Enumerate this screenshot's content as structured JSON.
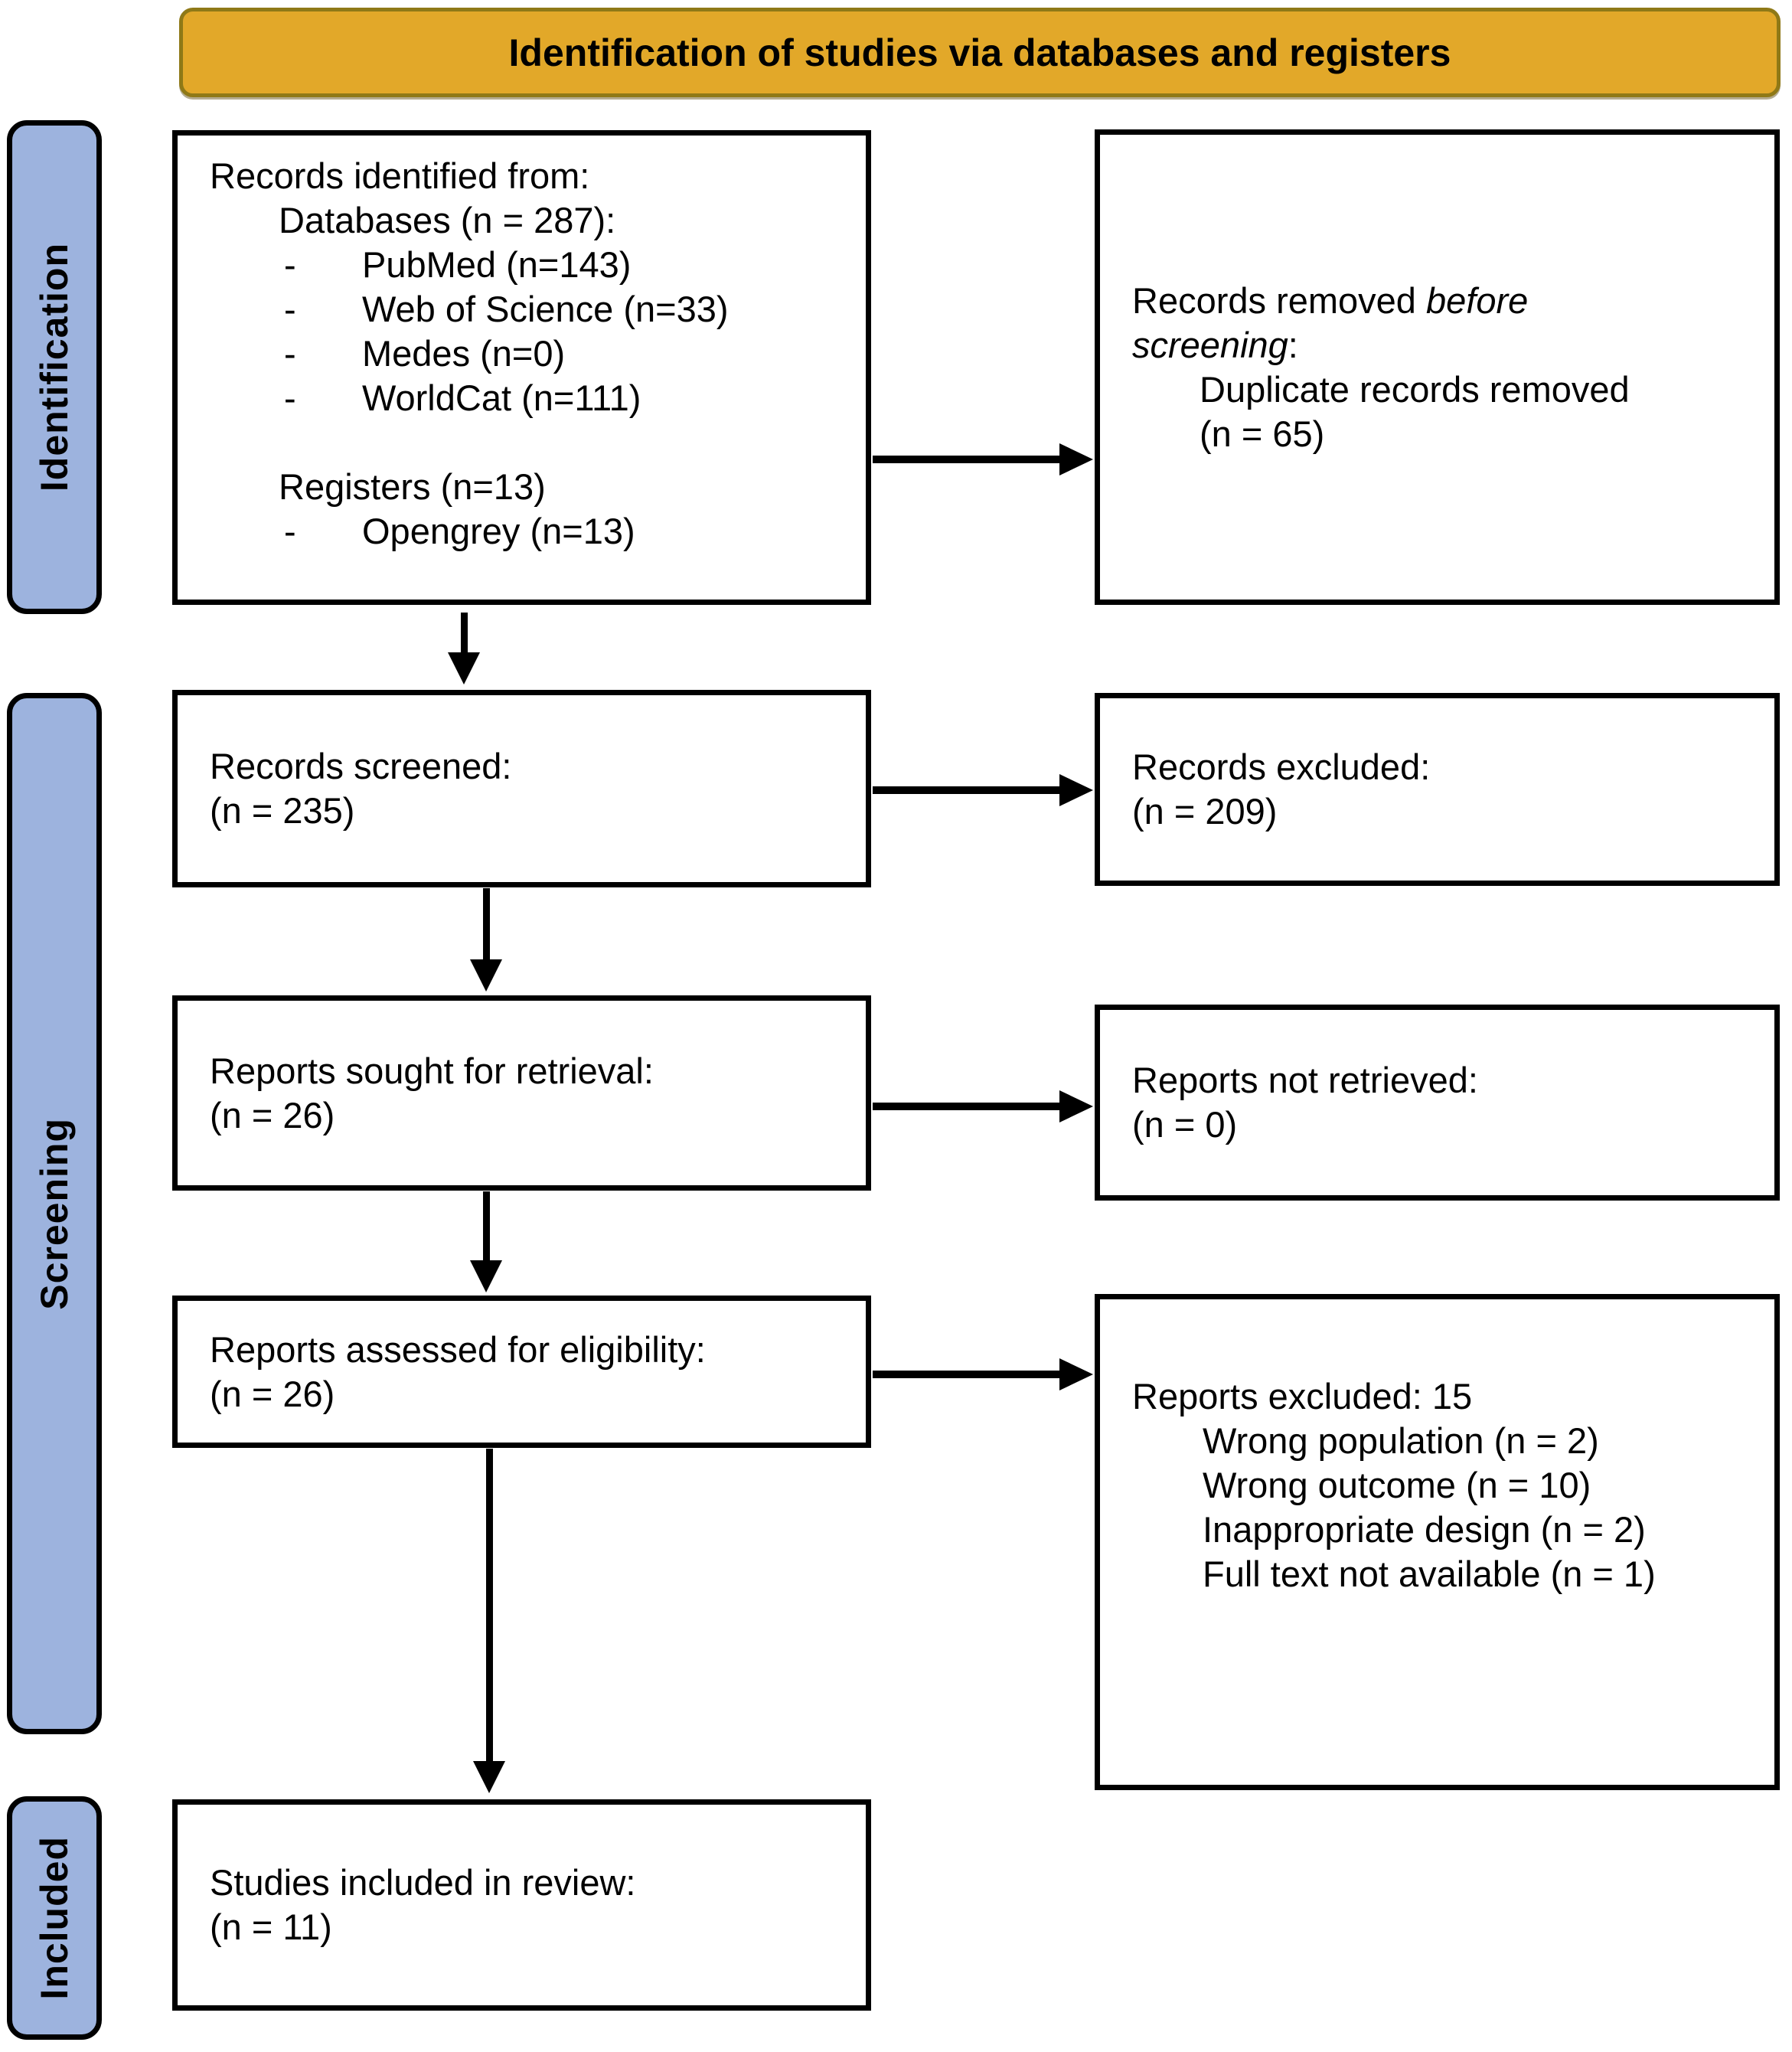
{
  "banner": {
    "title": "Identification of studies via databases and registers"
  },
  "stages": {
    "identification": "Identification",
    "screening": "Screening",
    "included": "Included"
  },
  "boxes": {
    "records_identified": {
      "title": "Records identified from:",
      "databases_heading": "Databases (n = 287):",
      "bullet": "-",
      "database_items": [
        "PubMed (n=143)",
        "Web of Science (n=33)",
        "Medes (n=0)",
        "WorldCat (n=111)"
      ],
      "registers_heading": "Registers (n=13)",
      "register_items": [
        "Opengrey (n=13)"
      ]
    },
    "records_removed": {
      "line1_normal": "Records removed ",
      "line1_italic": "before",
      "line2_italic": "screening",
      "line2_normal": ":",
      "detail_line1": "Duplicate records removed",
      "detail_line2": "(n = 65)"
    },
    "records_screened": {
      "line1": "Records screened:",
      "line2": "(n = 235)"
    },
    "records_excluded": {
      "line1": "Records excluded:",
      "line2": "(n = 209)"
    },
    "reports_sought": {
      "line1": "Reports sought for retrieval:",
      "line2": "(n = 26)"
    },
    "reports_not_retrieved": {
      "line1": "Reports not retrieved:",
      "line2": "(n = 0)"
    },
    "reports_assessed": {
      "line1": "Reports assessed for eligibility:",
      "line2": "(n = 26)"
    },
    "reports_excluded": {
      "title": "Reports excluded: 15",
      "reasons": [
        "Wrong population (n = 2)",
        "Wrong outcome (n = 10)",
        "Inappropriate design (n = 2)",
        "Full text not available (n = 1)"
      ]
    },
    "studies_included": {
      "line1": "Studies included in review:",
      "line2": "(n = 11)"
    }
  },
  "colors": {
    "banner_fill": "#E2A829",
    "banner_border": "#8F7917",
    "stage_fill": "#9DB3DE",
    "box_border": "#000000",
    "arrow": "#000000",
    "text": "#000000",
    "background": "#FFFFFF"
  }
}
